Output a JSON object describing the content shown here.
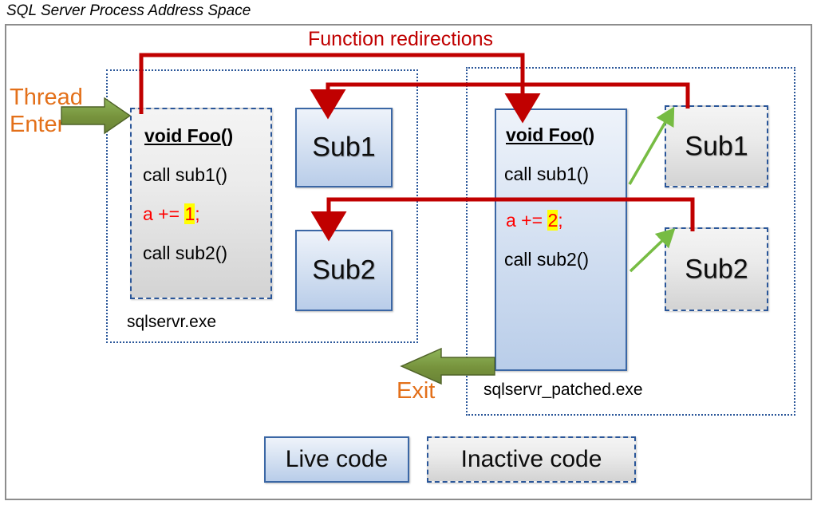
{
  "title": "SQL Server Process Address Space",
  "colors": {
    "red_arrow": "#C00000",
    "green_arrow": "#76923C",
    "green_thin_arrow": "#77BC43",
    "orange_text": "#E3701A",
    "blue_border": "#2A5699",
    "live_border": "#3B67A5",
    "frame": "#8D8D8D",
    "highlight": "#FFFF00",
    "code_red": "#FF0000"
  },
  "annotations": {
    "function_redirections": "Function redirections",
    "thread_enter_line1": "Thread",
    "thread_enter_line2": "Enter",
    "exit": "Exit"
  },
  "processes": [
    {
      "id": "original",
      "label": "sqlservr.exe"
    },
    {
      "id": "patched",
      "label": "sqlservr_patched.exe"
    }
  ],
  "original_foo": {
    "signature_bold": "void Foo",
    "signature_tail": "()",
    "line_call1": "call sub1()",
    "line_add_prefix": "a += ",
    "line_add_value": "1",
    "line_add_suffix": ";",
    "line_call2": "call sub2()",
    "state": "inactive"
  },
  "patched_foo": {
    "signature_bold": "void Foo",
    "signature_tail": "()",
    "line_call1": "call sub1()",
    "line_add_prefix": "a += ",
    "line_add_value": "2",
    "line_add_suffix": ";",
    "line_call2": "call sub2()",
    "state": "live"
  },
  "middle_subs": [
    {
      "label": "Sub1",
      "state": "live"
    },
    {
      "label": "Sub2",
      "state": "live"
    }
  ],
  "right_subs": [
    {
      "label": "Sub1",
      "state": "inactive"
    },
    {
      "label": "Sub2",
      "state": "inactive"
    }
  ],
  "legend": [
    {
      "label": "Live code",
      "state": "live"
    },
    {
      "label": "Inactive code",
      "state": "inactive"
    }
  ]
}
